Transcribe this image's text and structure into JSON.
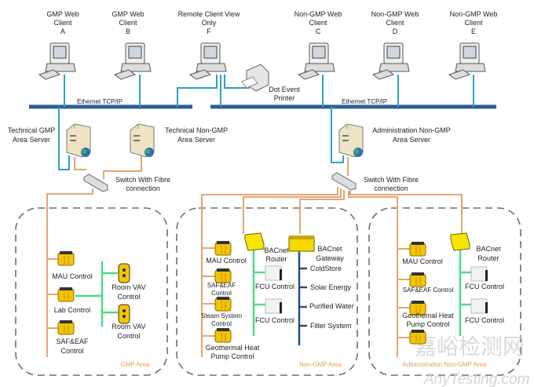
{
  "clients": [
    {
      "id": "A",
      "lines": [
        "GMP Web",
        "Client",
        "A"
      ]
    },
    {
      "id": "B",
      "lines": [
        "GMP Web",
        "Client",
        "B"
      ]
    },
    {
      "id": "F",
      "lines": [
        "Remote Client View",
        "Only",
        "F"
      ]
    },
    {
      "id": "C",
      "lines": [
        "Non-GMP Web",
        "Client",
        "C"
      ]
    },
    {
      "id": "D",
      "lines": [
        "Non-GMP Web",
        "Client",
        "D"
      ]
    },
    {
      "id": "E",
      "lines": [
        "Non-GMP Web",
        "Client",
        "E"
      ]
    }
  ],
  "network": {
    "ethernet_left": "Ethernet TCP/IP",
    "ethernet_right": "Ethernet TCP/IP",
    "printer": [
      "Dot Event",
      "Printer"
    ],
    "server_gmp": [
      "Technical GMP",
      "Area Server"
    ],
    "server_tech_nongmp": [
      "Technical Non-GMP",
      "Area Server"
    ],
    "server_admin": [
      "Administration Non-GMP",
      "Area Server"
    ],
    "switch_left": [
      "Switch With Fibre",
      "connection"
    ],
    "switch_right": [
      "Switch With Fibre",
      "connection"
    ]
  },
  "gmp_area": {
    "label": "GMP Area",
    "controllers": [
      [
        "MAU Control"
      ],
      [
        "Lab Control"
      ],
      [
        "SAF&EAF",
        "Control"
      ]
    ],
    "vav": [
      [
        "Room VAV",
        "Control"
      ],
      [
        "Room VAV",
        "Control"
      ]
    ]
  },
  "nongmp_area": {
    "label": "Non-GMP Area",
    "controllers": [
      [
        "MAU Control"
      ],
      [
        "SAF&EAF",
        "Control"
      ],
      [
        "Steam System",
        "Control"
      ],
      [
        "Geothermal Heat",
        "Pump Control"
      ]
    ],
    "router": [
      "BACnet",
      "Router"
    ],
    "fcu": [
      "FCU  Control",
      "FCU  Control"
    ],
    "gateway": [
      "BACnet",
      "Gateway"
    ],
    "gateway_systems": [
      "ColdStore",
      "Solar Energy",
      "Purified Water",
      "Filter System"
    ]
  },
  "admin_area": {
    "label": "Administration Non-GMP Area",
    "controllers": [
      [
        "MAU Control"
      ],
      [
        "SAF&EAF Control"
      ],
      [
        "Geothemal Heat",
        "Pump Control"
      ]
    ],
    "router": [
      "BACnet",
      "Router"
    ],
    "fcu": [
      "FCU  Control",
      "FCU  Control"
    ]
  },
  "watermark": {
    "cn": "嘉峪检测网",
    "en": "AnyTesting.com"
  },
  "colors": {
    "ethernet": "#2e5f95",
    "lan": "#2aa3c6",
    "fibre": "#e3a673",
    "field_bus": "#4ddc86",
    "gateway_bus": "#244f85",
    "controller": "#f5c400"
  }
}
